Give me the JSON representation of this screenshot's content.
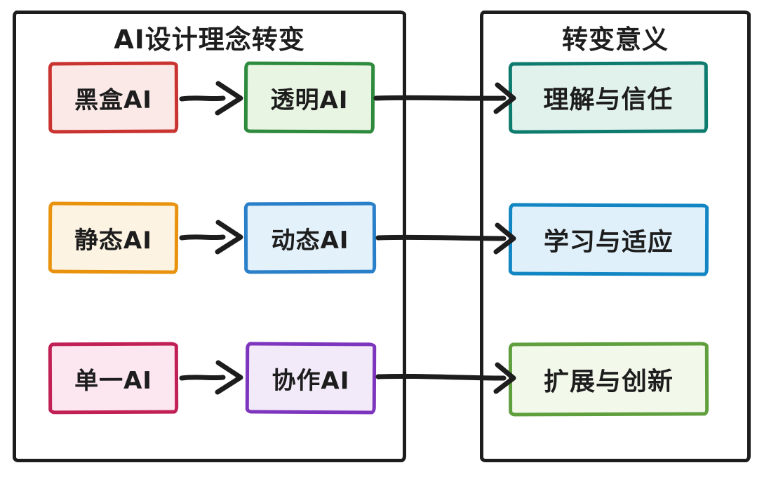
{
  "canvas": {
    "background": "#ffffff",
    "ink": "#1d1d1d"
  },
  "left_panel": {
    "title": "AI设计理念转变",
    "rows": [
      {
        "from": {
          "label": "黑盒AI",
          "border": "#ca3430",
          "fill": "#fbe9e8"
        },
        "to": {
          "label": "透明AI",
          "border": "#2e8b3d",
          "fill": "#e9f5e3"
        }
      },
      {
        "from": {
          "label": "静态AI",
          "border": "#e8920e",
          "fill": "#fdf3e2"
        },
        "to": {
          "label": "动态AI",
          "border": "#2a7fc9",
          "fill": "#e3f1fb"
        }
      },
      {
        "from": {
          "label": "单一AI",
          "border": "#c12055",
          "fill": "#fce6ef"
        },
        "to": {
          "label": "协作AI",
          "border": "#7d35bd",
          "fill": "#f3eaf9"
        }
      }
    ]
  },
  "right_panel": {
    "title": "转变意义",
    "items": [
      {
        "label": "理解与信任",
        "border": "#0d7b6e",
        "fill": "#e1f2ec"
      },
      {
        "label": "学习与适应",
        "border": "#1286c3",
        "fill": "#dff0fa"
      },
      {
        "label": "扩展与创新",
        "border": "#609f3e",
        "fill": "#f2f8ea"
      }
    ]
  },
  "connections": [
    {
      "from": "黑盒AI",
      "to": "透明AI"
    },
    {
      "from": "透明AI",
      "to": "理解与信任"
    },
    {
      "from": "静态AI",
      "to": "动态AI"
    },
    {
      "from": "动态AI",
      "to": "学习与适应"
    },
    {
      "from": "单一AI",
      "to": "协作AI"
    },
    {
      "from": "协作AI",
      "to": "扩展与创新"
    }
  ]
}
